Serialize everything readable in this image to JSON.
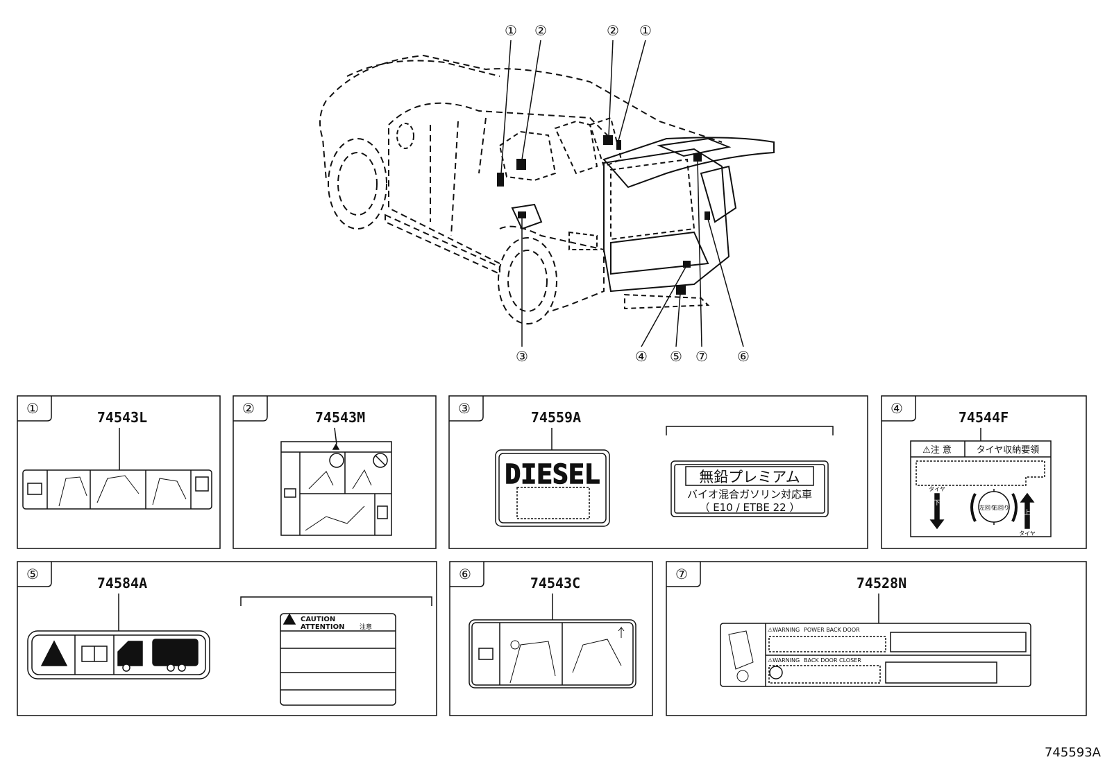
{
  "diagram_id": "745593A",
  "vehicle_callouts": [
    "①",
    "②",
    "②",
    "①",
    "③",
    "④",
    "⑤",
    "⑦",
    "⑥"
  ],
  "panels": [
    {
      "callout": "①",
      "part": "74543L"
    },
    {
      "callout": "②",
      "part": "74543M"
    },
    {
      "callout": "③",
      "part": "74559A"
    },
    {
      "callout": "④",
      "part": "74544F"
    },
    {
      "callout": "⑤",
      "part": "74584A"
    },
    {
      "callout": "⑥",
      "part": "74543C"
    },
    {
      "callout": "⑦",
      "part": "74528N"
    }
  ],
  "labels": {
    "diesel": "DIESEL",
    "premium_title": "無鉛プレミアム",
    "premium_line2": "バイオ混合ガソリン対応車",
    "premium_line3": "（ E10 / ETBE 22 ）",
    "tire_caution": "⚠注 意",
    "tire_title": "タイヤ収納要領",
    "tire_down": "下",
    "tire_left_turn": "左回り",
    "tire_right_turn": "右回り",
    "tire_up": "上",
    "tire_caption_left": "タイヤ",
    "tire_caption_right": "タイヤ",
    "caution_line1": "CAUTION",
    "caution_line2": "ATTENTION",
    "caution_jp": "注意",
    "warn_row1_a": "⚠WARNING",
    "warn_row1_b": "POWER BACK DOOR",
    "warn_row2_a": "⚠WARNING",
    "warn_row2_b": "BACK DOOR CLOSER"
  }
}
